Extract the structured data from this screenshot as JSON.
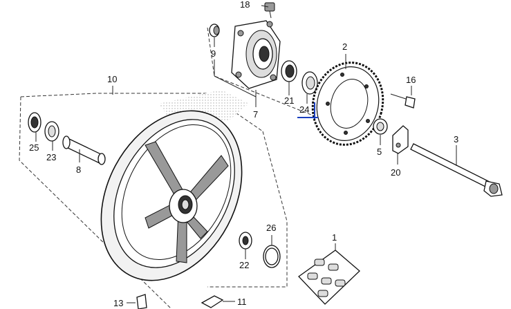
{
  "callouts": {
    "c1": "1",
    "c2": "2",
    "c3": "3",
    "c5": "5",
    "c7": "7",
    "c8": "8",
    "c9": "9",
    "c10": "10",
    "c11": "11",
    "c13": "13",
    "c16": "16",
    "c18": "18",
    "c20": "20",
    "c21": "21",
    "c22": "22",
    "c23": "23",
    "c24": "24",
    "c25": "25",
    "c26": "26"
  },
  "colors": {
    "line": "#222222",
    "highlight": "#1a3fbf"
  }
}
